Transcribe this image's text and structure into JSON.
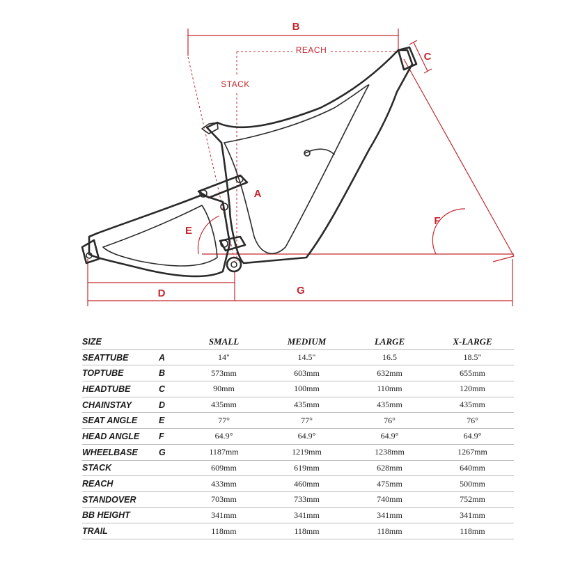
{
  "diagram": {
    "labels": {
      "a": "A",
      "b": "B",
      "c": "C",
      "d": "D",
      "e": "E",
      "f": "F",
      "g": "G",
      "reach": "REACH",
      "stack": "STACK"
    },
    "colors": {
      "dimension_red": "#c4282f",
      "frame_dark": "#2a2a2a",
      "frame_fill": "#f2f2f2"
    }
  },
  "table": {
    "columns": [
      "SIZE",
      "",
      "SMALL",
      "MEDIUM",
      "LARGE",
      "X-LARGE"
    ],
    "rows": [
      {
        "name": "SEATTUBE",
        "letter": "A",
        "values": [
          "14\"",
          "14.5\"",
          "16.5",
          "18.5\""
        ]
      },
      {
        "name": "TOPTUBE",
        "letter": "B",
        "values": [
          "573mm",
          "603mm",
          "632mm",
          "655mm"
        ]
      },
      {
        "name": "HEADTUBE",
        "letter": "C",
        "values": [
          "90mm",
          "100mm",
          "110mm",
          "120mm"
        ]
      },
      {
        "name": "CHAINSTAY",
        "letter": "D",
        "values": [
          "435mm",
          "435mm",
          "435mm",
          "435mm"
        ]
      },
      {
        "name": "SEAT ANGLE",
        "letter": "E",
        "values": [
          "77°",
          "77°",
          "76°",
          "76°"
        ]
      },
      {
        "name": "HEAD ANGLE",
        "letter": "F",
        "values": [
          "64.9°",
          "64.9°",
          "64.9°",
          "64.9°"
        ]
      },
      {
        "name": "WHEELBASE",
        "letter": "G",
        "values": [
          "1187mm",
          "1219mm",
          "1238mm",
          "1267mm"
        ]
      },
      {
        "name": "STACK",
        "letter": "",
        "values": [
          "609mm",
          "619mm",
          "628mm",
          "640mm"
        ]
      },
      {
        "name": "REACH",
        "letter": "",
        "values": [
          "433mm",
          "460mm",
          "475mm",
          "500mm"
        ]
      },
      {
        "name": "STANDOVER",
        "letter": "",
        "values": [
          "703mm",
          "733mm",
          "740mm",
          "752mm"
        ]
      },
      {
        "name": "BB HEIGHT",
        "letter": "",
        "values": [
          "341mm",
          "341mm",
          "341mm",
          "341mm"
        ]
      },
      {
        "name": "TRAIL",
        "letter": "",
        "values": [
          "118mm",
          "118mm",
          "118mm",
          "118mm"
        ]
      }
    ]
  }
}
